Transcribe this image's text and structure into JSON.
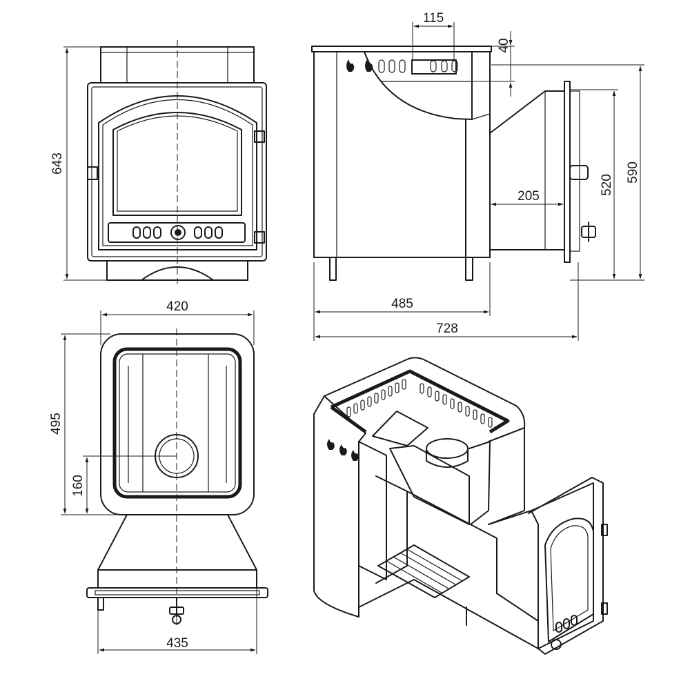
{
  "dimensions": {
    "front_height": "643",
    "top_width": "115",
    "top_offset": "40",
    "firebox_extension": "205",
    "tunnel_height": "520",
    "total_height": "590",
    "body_depth": "485",
    "total_depth": "728",
    "top_view_width": "420",
    "top_view_depth": "495",
    "chimney_offset": "160",
    "base_width": "435"
  }
}
